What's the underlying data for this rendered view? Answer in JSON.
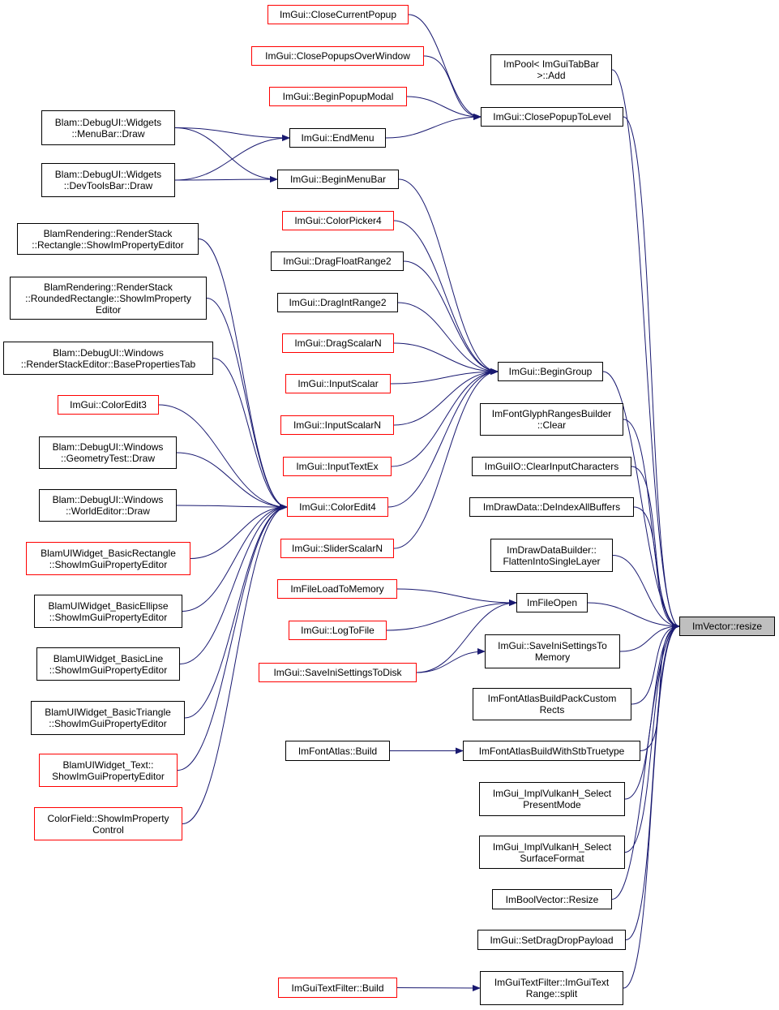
{
  "colors": {
    "edge": "#191970",
    "border_default": "#000000",
    "border_incomplete": "#ff0000",
    "root_fill": "#bfbfbf"
  },
  "nodes": {
    "close_current_popup": {
      "label": "ImGui::CloseCurrentPopup",
      "border": "red"
    },
    "close_popups_over_window": {
      "label": "ImGui::ClosePopupsOverWindow",
      "border": "red"
    },
    "begin_popup_modal": {
      "label": "ImGui::BeginPopupModal",
      "border": "red"
    },
    "impool_add": {
      "label": "ImPool< ImGuiTabBar\n>::Add",
      "border": "black"
    },
    "close_popup_to_level": {
      "label": "ImGui::ClosePopupToLevel",
      "border": "black"
    },
    "menubar_draw": {
      "label": "Blam::DebugUI::Widgets\n::MenuBar::Draw",
      "border": "black"
    },
    "end_menu": {
      "label": "ImGui::EndMenu",
      "border": "black"
    },
    "devtoolsbar_draw": {
      "label": "Blam::DebugUI::Widgets\n::DevToolsBar::Draw",
      "border": "black"
    },
    "begin_menu_bar": {
      "label": "ImGui::BeginMenuBar",
      "border": "black"
    },
    "color_picker4": {
      "label": "ImGui::ColorPicker4",
      "border": "red"
    },
    "rs_rectangle": {
      "label": "BlamRendering::RenderStack\n::Rectangle::ShowImPropertyEditor",
      "border": "black"
    },
    "drag_float_range2": {
      "label": "ImGui::DragFloatRange2",
      "border": "black"
    },
    "rs_rounded_rectangle": {
      "label": "BlamRendering::RenderStack\n::RoundedRectangle::ShowImProperty\nEditor",
      "border": "black"
    },
    "drag_int_range2": {
      "label": "ImGui::DragIntRange2",
      "border": "black"
    },
    "base_properties_tab": {
      "label": "Blam::DebugUI::Windows\n::RenderStackEditor::BasePropertiesTab",
      "border": "black"
    },
    "drag_scalar_n": {
      "label": "ImGui::DragScalarN",
      "border": "red"
    },
    "begin_group": {
      "label": "ImGui::BeginGroup",
      "border": "black"
    },
    "input_scalar": {
      "label": "ImGui::InputScalar",
      "border": "red"
    },
    "color_edit3": {
      "label": "ImGui::ColorEdit3",
      "border": "red"
    },
    "glyph_ranges_clear": {
      "label": "ImFontGlyphRangesBuilder\n::Clear",
      "border": "black"
    },
    "input_scalar_n": {
      "label": "ImGui::InputScalarN",
      "border": "red"
    },
    "geometry_test_draw": {
      "label": "Blam::DebugUI::Windows\n::GeometryTest::Draw",
      "border": "black"
    },
    "clear_input_characters": {
      "label": "ImGuiIO::ClearInputCharacters",
      "border": "black"
    },
    "input_text_ex": {
      "label": "ImGui::InputTextEx",
      "border": "red"
    },
    "world_editor_draw": {
      "label": "Blam::DebugUI::Windows\n::WorldEditor::Draw",
      "border": "black"
    },
    "color_edit4": {
      "label": "ImGui::ColorEdit4",
      "border": "red"
    },
    "deindex_all_buffers": {
      "label": "ImDrawData::DeIndexAllBuffers",
      "border": "black"
    },
    "basic_rectangle": {
      "label": "BlamUIWidget_BasicRectangle\n::ShowImGuiPropertyEditor",
      "border": "red"
    },
    "slider_scalar_n": {
      "label": "ImGui::SliderScalarN",
      "border": "red"
    },
    "flatten_into_single_layer": {
      "label": "ImDrawDataBuilder::\nFlattenIntoSingleLayer",
      "border": "black"
    },
    "file_load_to_memory": {
      "label": "ImFileLoadToMemory",
      "border": "red"
    },
    "basic_ellipse": {
      "label": "BlamUIWidget_BasicEllipse\n::ShowImGuiPropertyEditor",
      "border": "black"
    },
    "im_file_open": {
      "label": "ImFileOpen",
      "border": "black"
    },
    "log_to_file": {
      "label": "ImGui::LogToFile",
      "border": "red"
    },
    "imvector_resize": {
      "label": "ImVector::resize",
      "border": "black"
    },
    "save_ini_settings_to_memory": {
      "label": "ImGui::SaveIniSettingsTo\nMemory",
      "border": "black"
    },
    "basic_line": {
      "label": "BlamUIWidget_BasicLine\n::ShowImGuiPropertyEditor",
      "border": "black"
    },
    "save_ini_settings_to_disk": {
      "label": "ImGui::SaveIniSettingsToDisk",
      "border": "red"
    },
    "build_pack_custom_rects": {
      "label": "ImFontAtlasBuildPackCustom\nRects",
      "border": "black"
    },
    "basic_triangle": {
      "label": "BlamUIWidget_BasicTriangle\n::ShowImGuiPropertyEditor",
      "border": "black"
    },
    "font_atlas_build": {
      "label": "ImFontAtlas::Build",
      "border": "black"
    },
    "build_with_stb_truetype": {
      "label": "ImFontAtlasBuildWithStbTruetype",
      "border": "black"
    },
    "widget_text": {
      "label": "BlamUIWidget_Text::\nShowImGuiPropertyEditor",
      "border": "red"
    },
    "select_present_mode": {
      "label": "ImGui_ImplVulkanH_Select\nPresentMode",
      "border": "black"
    },
    "color_field": {
      "label": "ColorField::ShowImProperty\nControl",
      "border": "red"
    },
    "select_surface_format": {
      "label": "ImGui_ImplVulkanH_Select\nSurfaceFormat",
      "border": "black"
    },
    "bool_vector_resize": {
      "label": "ImBoolVector::Resize",
      "border": "black"
    },
    "set_drag_drop_payload": {
      "label": "ImGui::SetDragDropPayload",
      "border": "black"
    },
    "text_filter_build": {
      "label": "ImGuiTextFilter::Build",
      "border": "red"
    },
    "text_range_split": {
      "label": "ImGuiTextFilter::ImGuiText\nRange::split",
      "border": "black"
    }
  },
  "edges": [
    [
      "close_current_popup",
      "close_popup_to_level"
    ],
    [
      "close_popups_over_window",
      "close_popup_to_level"
    ],
    [
      "begin_popup_modal",
      "close_popup_to_level"
    ],
    [
      "end_menu",
      "close_popup_to_level"
    ],
    [
      "menubar_draw",
      "end_menu"
    ],
    [
      "devtoolsbar_draw",
      "end_menu"
    ],
    [
      "menubar_draw",
      "begin_menu_bar"
    ],
    [
      "devtoolsbar_draw",
      "begin_menu_bar"
    ],
    [
      "begin_menu_bar",
      "begin_group"
    ],
    [
      "color_picker4",
      "begin_group"
    ],
    [
      "drag_float_range2",
      "begin_group"
    ],
    [
      "drag_int_range2",
      "begin_group"
    ],
    [
      "drag_scalar_n",
      "begin_group"
    ],
    [
      "input_scalar",
      "begin_group"
    ],
    [
      "input_scalar_n",
      "begin_group"
    ],
    [
      "input_text_ex",
      "begin_group"
    ],
    [
      "color_edit4",
      "begin_group"
    ],
    [
      "slider_scalar_n",
      "begin_group"
    ],
    [
      "rs_rectangle",
      "color_edit4"
    ],
    [
      "rs_rounded_rectangle",
      "color_edit4"
    ],
    [
      "base_properties_tab",
      "color_edit4"
    ],
    [
      "color_edit3",
      "color_edit4"
    ],
    [
      "geometry_test_draw",
      "color_edit4"
    ],
    [
      "world_editor_draw",
      "color_edit4"
    ],
    [
      "basic_rectangle",
      "color_edit4"
    ],
    [
      "basic_ellipse",
      "color_edit4"
    ],
    [
      "basic_line",
      "color_edit4"
    ],
    [
      "basic_triangle",
      "color_edit4"
    ],
    [
      "widget_text",
      "color_edit4"
    ],
    [
      "color_field",
      "color_edit4"
    ],
    [
      "file_load_to_memory",
      "im_file_open"
    ],
    [
      "log_to_file",
      "im_file_open"
    ],
    [
      "save_ini_settings_to_disk",
      "im_file_open"
    ],
    [
      "save_ini_settings_to_disk",
      "save_ini_settings_to_memory"
    ],
    [
      "font_atlas_build",
      "build_with_stb_truetype"
    ],
    [
      "text_filter_build",
      "text_range_split"
    ],
    [
      "impool_add",
      "imvector_resize"
    ],
    [
      "close_popup_to_level",
      "imvector_resize"
    ],
    [
      "begin_group",
      "imvector_resize"
    ],
    [
      "glyph_ranges_clear",
      "imvector_resize"
    ],
    [
      "clear_input_characters",
      "imvector_resize"
    ],
    [
      "deindex_all_buffers",
      "imvector_resize"
    ],
    [
      "flatten_into_single_layer",
      "imvector_resize"
    ],
    [
      "im_file_open",
      "imvector_resize"
    ],
    [
      "save_ini_settings_to_memory",
      "imvector_resize"
    ],
    [
      "build_pack_custom_rects",
      "imvector_resize"
    ],
    [
      "build_with_stb_truetype",
      "imvector_resize"
    ],
    [
      "select_present_mode",
      "imvector_resize"
    ],
    [
      "select_surface_format",
      "imvector_resize"
    ],
    [
      "bool_vector_resize",
      "imvector_resize"
    ],
    [
      "set_drag_drop_payload",
      "imvector_resize"
    ],
    [
      "text_range_split",
      "imvector_resize"
    ]
  ]
}
